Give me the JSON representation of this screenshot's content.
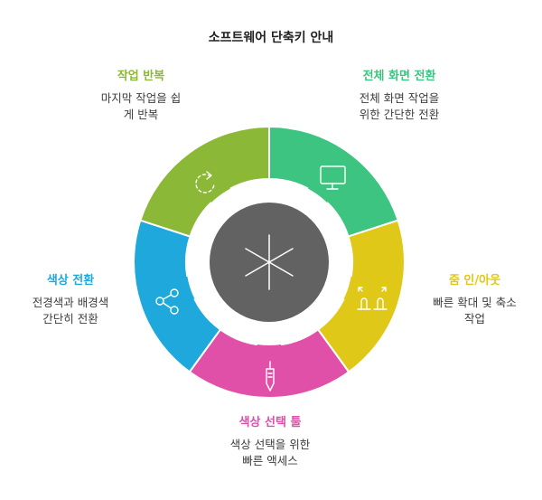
{
  "title": "소프트웨어 단축키 안내",
  "segments": [
    {
      "key": "fullscreen",
      "title": "전체 화면 전환",
      "desc": "전체 화면 작업을\n위한 간단한 전환",
      "color": "#3dc480",
      "icon": "monitor-icon"
    },
    {
      "key": "zoom",
      "title": "줌 인/아웃",
      "desc": "빠른 확대 및 축소\n작업",
      "color": "#e0c818",
      "icon": "pinch-zoom-icon"
    },
    {
      "key": "color-select",
      "title": "색상 선택 툴",
      "desc": "색상 선택을 위한\n빠른 액세스",
      "color": "#e050a8",
      "icon": "eyedropper-icon"
    },
    {
      "key": "color-swap",
      "title": "색상 전환",
      "desc": "전경색과 배경색\n간단히 전환",
      "color": "#1ea8dc",
      "icon": "share-nodes-icon"
    },
    {
      "key": "repeat",
      "title": "작업 반복",
      "desc": "마지막 작업을 쉽\n게 반복",
      "color": "#8cb838",
      "icon": "repeat-icon"
    }
  ],
  "center": {
    "icon": "asterisk-icon",
    "color": "#626262"
  }
}
